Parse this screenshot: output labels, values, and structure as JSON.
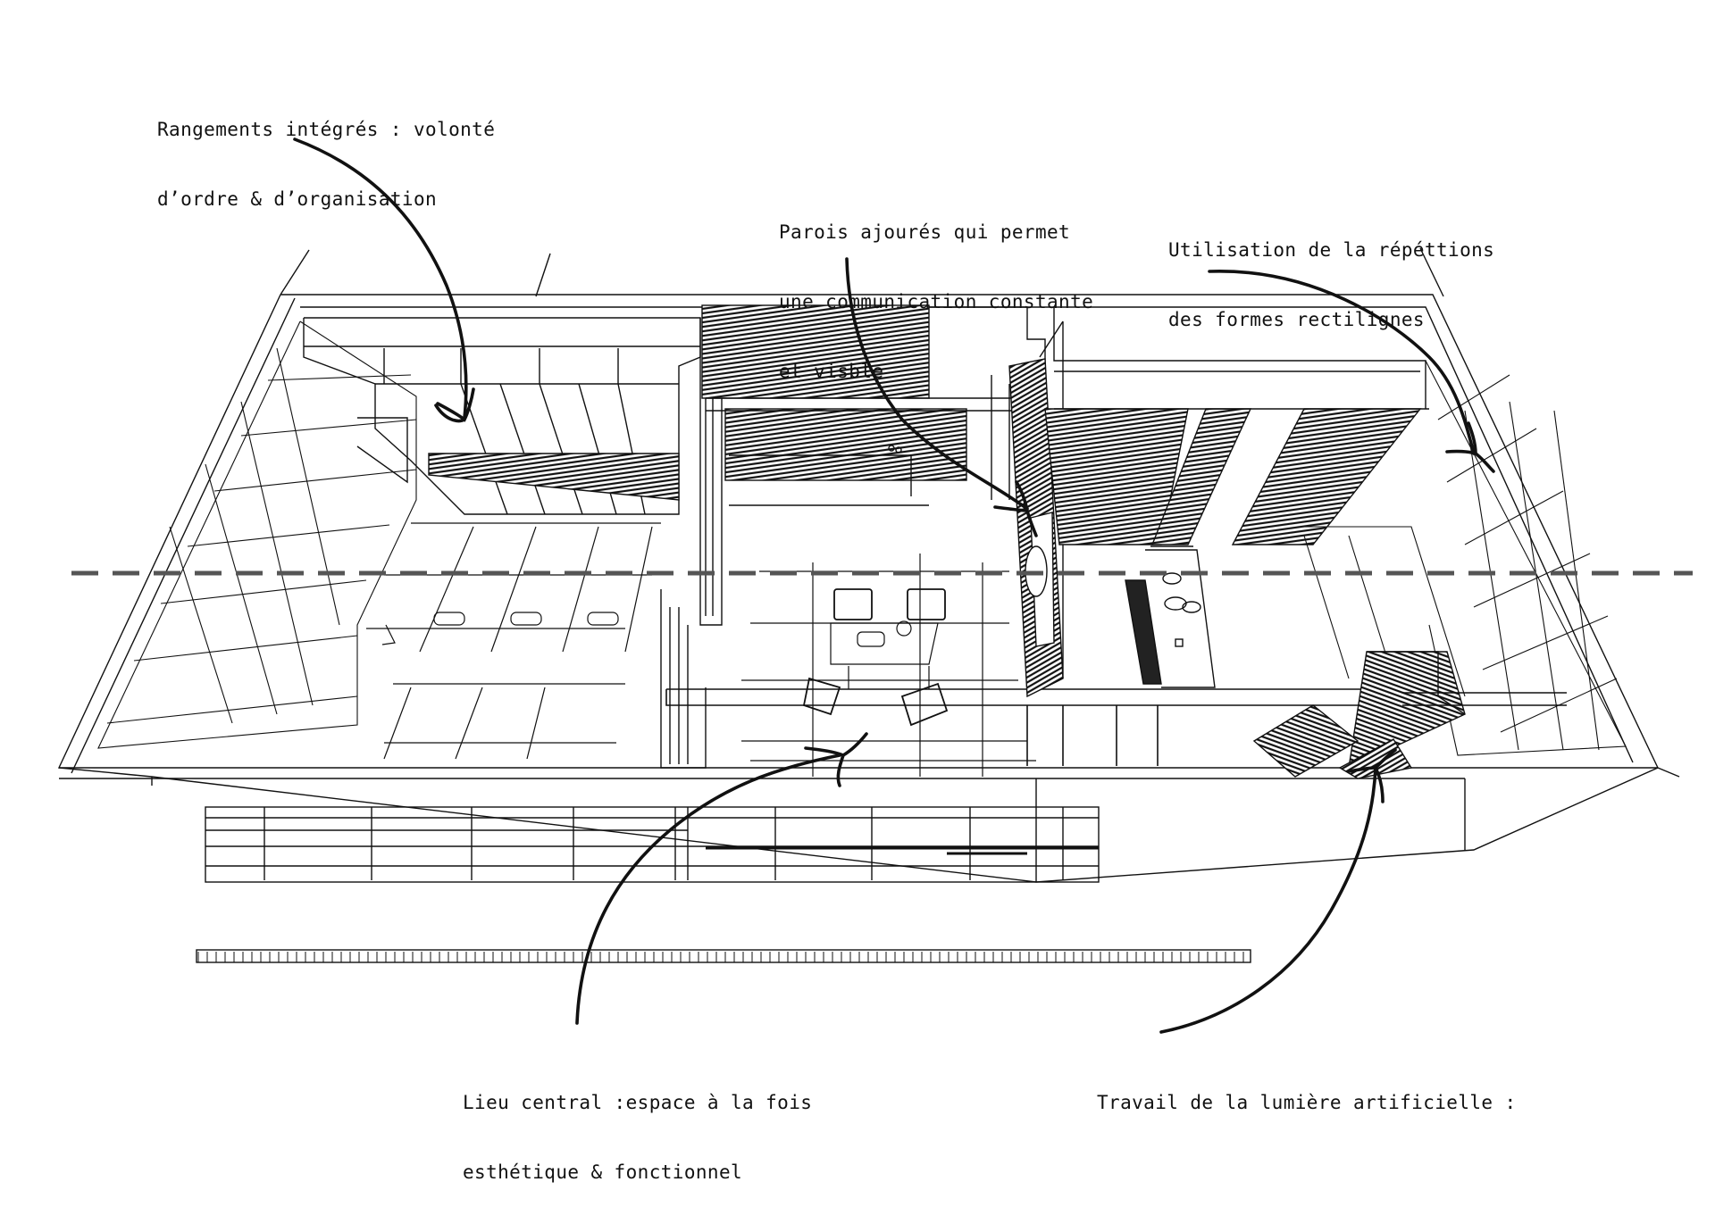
{
  "annotations": {
    "storage": {
      "lines": [
        "Rangements intégrés : volonté",
        "d’ordre & d’organisation"
      ]
    },
    "partition": {
      "lines": [
        "Parois ajourés qui permet",
        "une communication constante",
        "et visble"
      ]
    },
    "repetition": {
      "lines": [
        "Utilisation de la répéttions",
        "des formes rectilignes"
      ]
    },
    "central": {
      "lines": [
        "Lieu central :espace à la fois",
        "esthétique & fonctionnel"
      ]
    },
    "lighting": {
      "lines": [
        "Travail de la lumière artificielle :"
      ]
    }
  },
  "colors": {
    "ink": "#111111",
    "background": "#ffffff"
  }
}
